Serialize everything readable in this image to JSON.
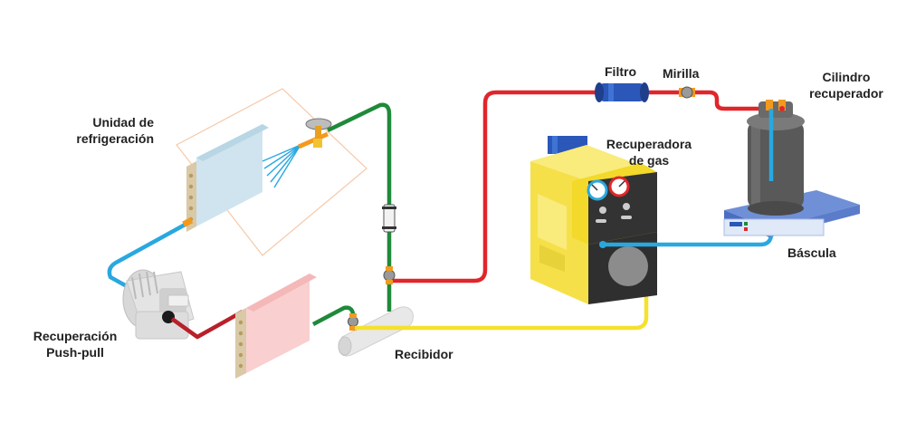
{
  "labels": {
    "unidad_line1": "Unidad de",
    "unidad_line2": "refrigeración",
    "push_line1": "Recuperación",
    "push_line2": "Push-pull",
    "recibidor": "Recibidor",
    "filtro": "Filtro",
    "mirilla": "Mirilla",
    "cilindro_line1": "Cilindro",
    "cilindro_line2": "recuperador",
    "recuperadora_line1": "Recuperadora",
    "recuperadora_line2": "de gas",
    "bascula": "Báscula"
  },
  "colors": {
    "line_blue": "#29a8e0",
    "line_red": "#e0262b",
    "line_green": "#1e8a3a",
    "line_yellow": "#f5e12e",
    "line_darkred": "#b8202a",
    "machine_yellow": "#f6e04a",
    "machine_dark": "#2f2f2f",
    "cylinder_gray": "#5a5a5a",
    "filter_blue": "#2a57b8",
    "valve_orange": "#f39a1e",
    "evaporator_blue": "#cfe4ee",
    "condenser_pink": "#f9cfcf",
    "outline_orange": "#f5c9a8"
  }
}
